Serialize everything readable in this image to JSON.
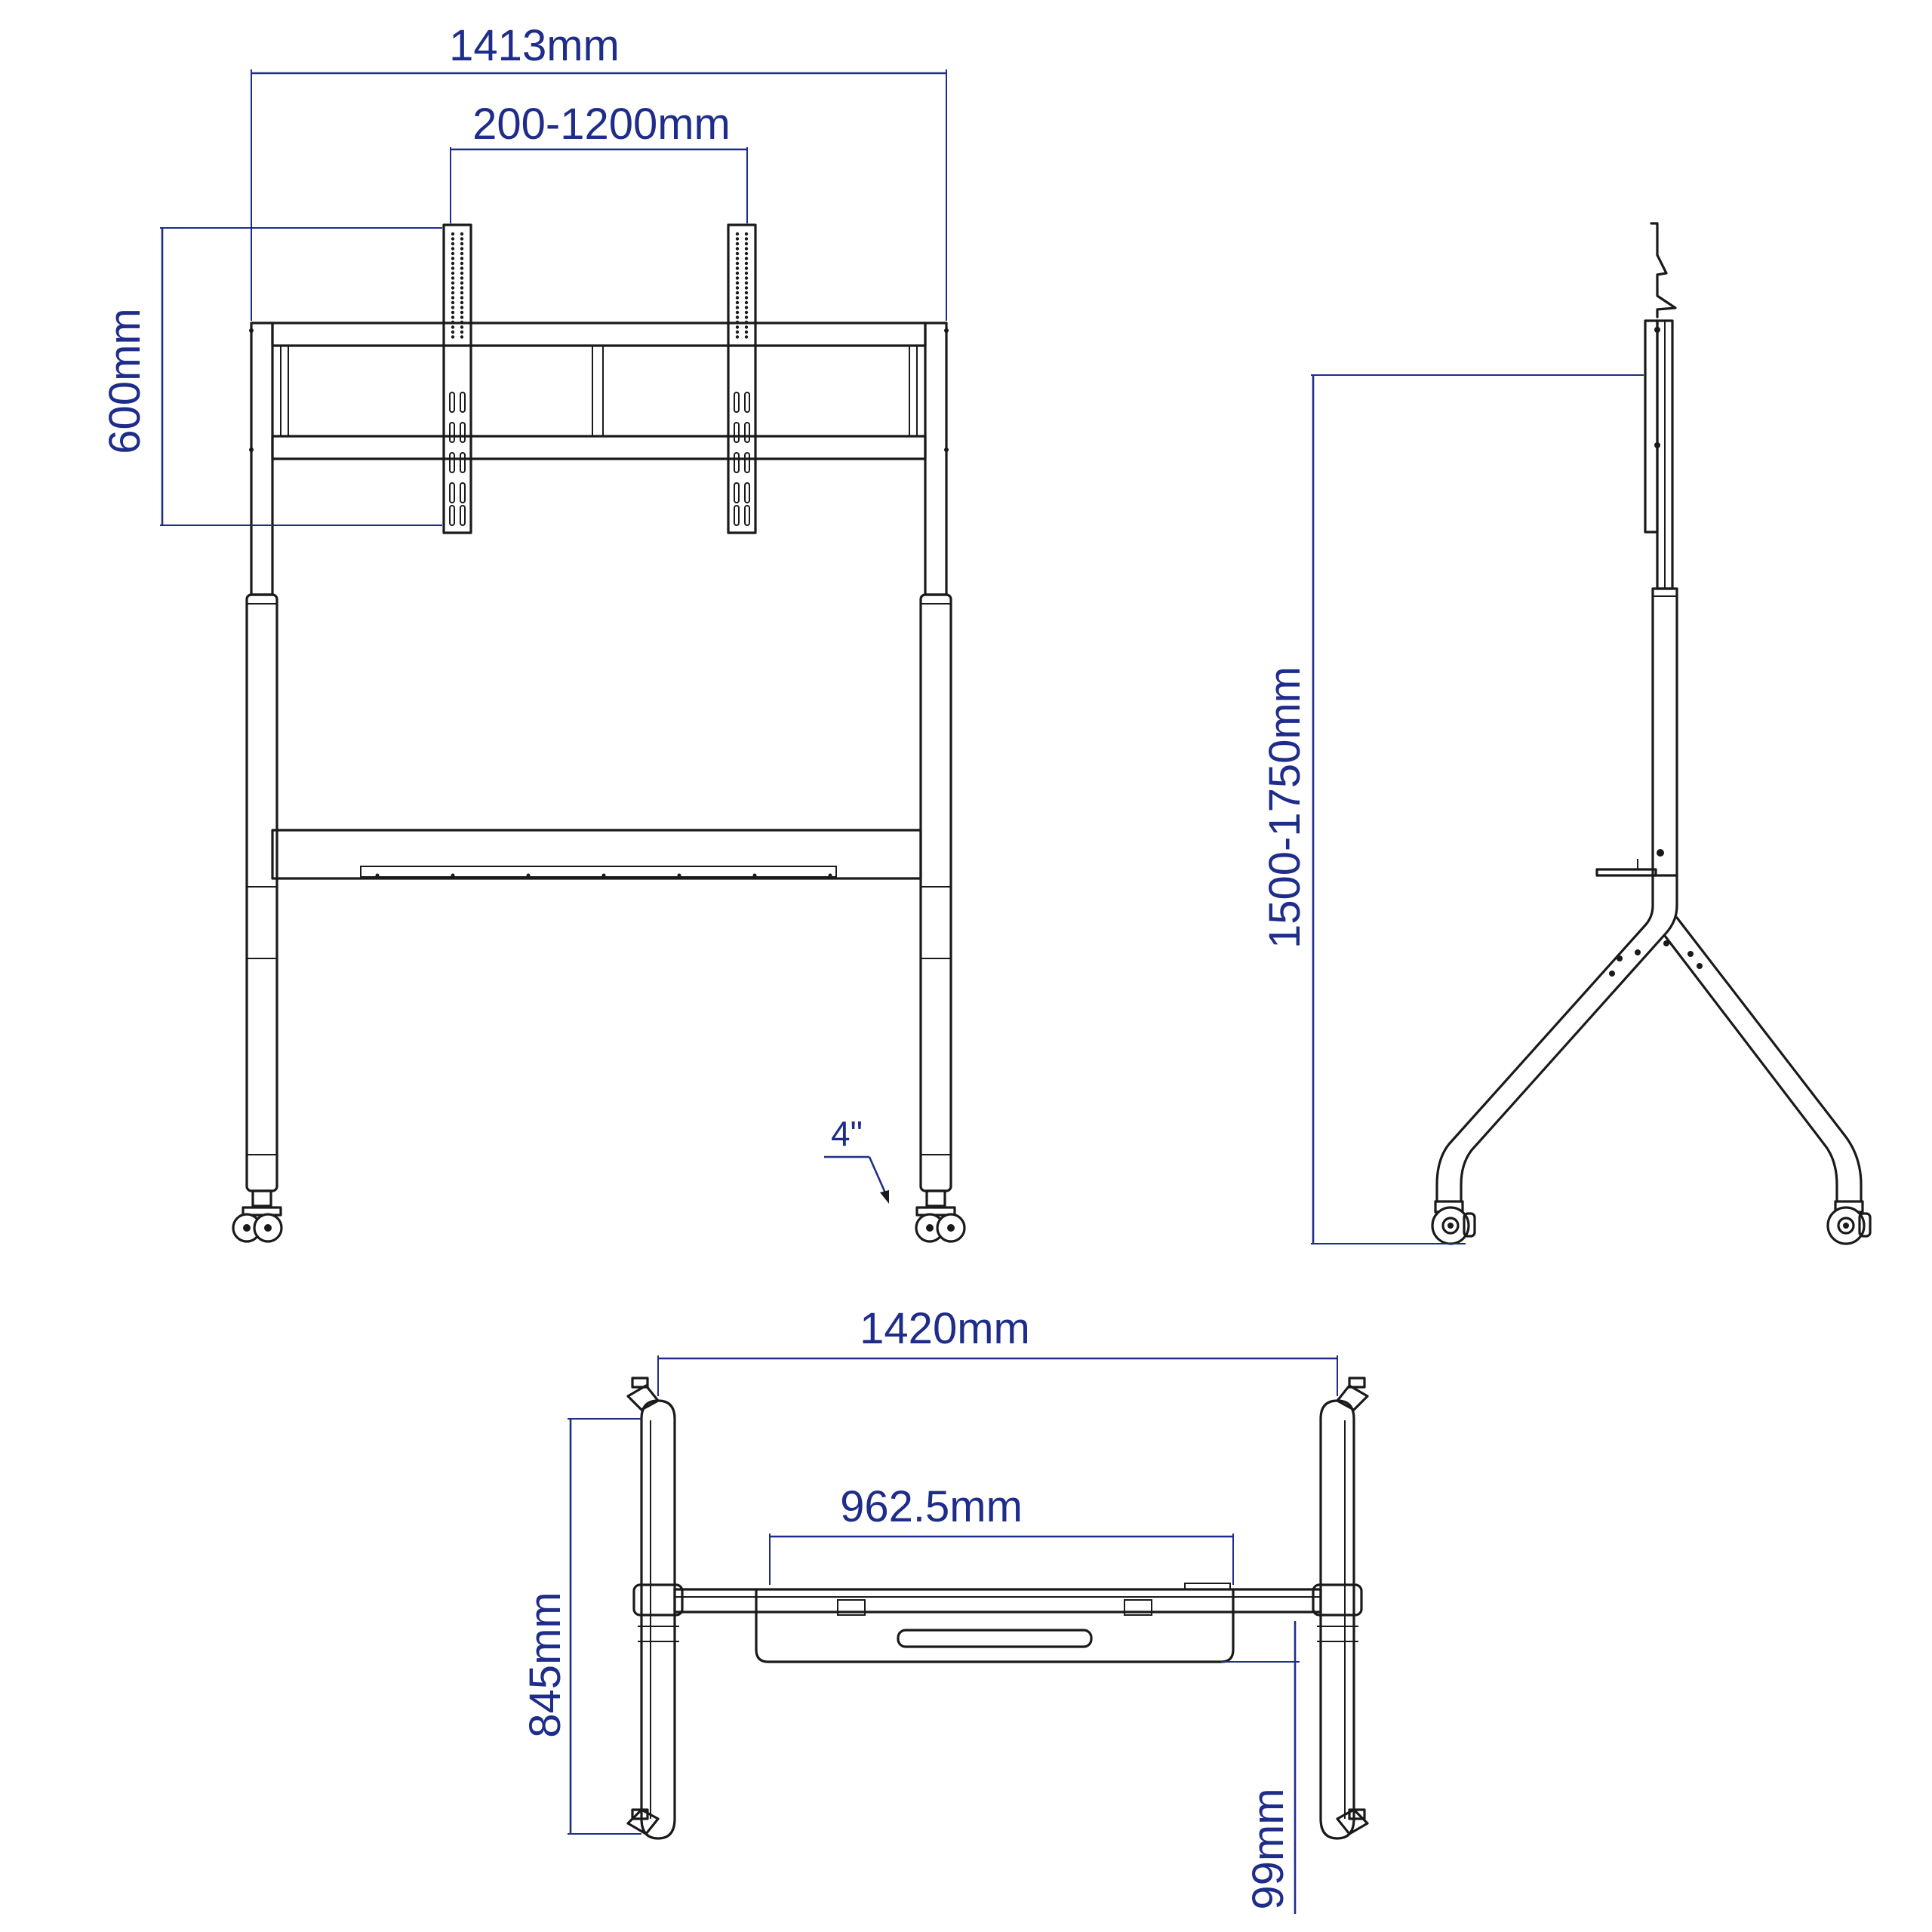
{
  "dimensions": {
    "total_width": "1413mm",
    "vesa_range": "200-1200mm",
    "bracket_height": "600mm",
    "height_range": "1500-1750mm",
    "caster_size": "4\"",
    "base_width": "1420mm",
    "shelf_width": "962.5mm",
    "base_depth": "845mm",
    "shelf_offset": "99mm"
  },
  "colors": {
    "dimension": "#1f2d8a",
    "outline": "#1a1a1a",
    "background": "#ffffff"
  }
}
